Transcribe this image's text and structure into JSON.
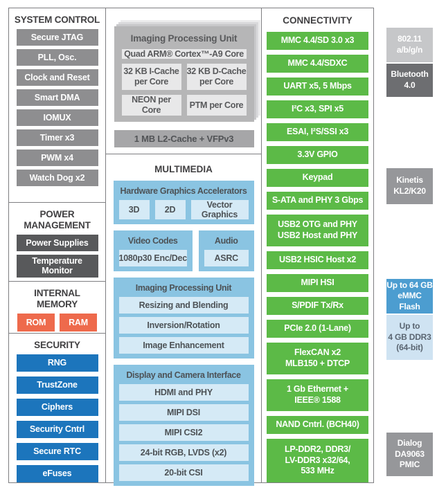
{
  "colors": {
    "green": "#5cba47",
    "security_blue": "#1c75bc",
    "orange": "#ee6a4c",
    "panel_blue": "#8ac4e2",
    "panel_row_blue": "#d5eaf6",
    "gray_button": "#8e8e90",
    "dark_gray_button": "#58595b",
    "emmc_blue": "#4c9dd0",
    "ddr3_light_blue": "#cfe3f2",
    "header_text": "#414042"
  },
  "left": {
    "sections": [
      {
        "title": "SYSTEM CONTROL",
        "items": [
          "Secure JTAG",
          "PLL, Osc.",
          "Clock and Reset",
          "Smart DMA",
          "IOMUX",
          "Timer x3",
          "PWM x4",
          "Watch Dog x2"
        ]
      },
      {
        "title": "POWER\nMANAGEMENT",
        "items": [
          "Power Supplies",
          "Temperature Monitor"
        ]
      },
      {
        "title": "INTERNAL\nMEMORY",
        "items": [
          "ROM",
          "RAM"
        ]
      },
      {
        "title": "SECURITY",
        "items": [
          "RNG",
          "TrustZone",
          "Ciphers",
          "Security Cntrl",
          "Secure RTC",
          "eFuses"
        ]
      }
    ]
  },
  "cpu": {
    "card_title": "Imaging Processing Unit",
    "core": "Quad ARM® Cortex™-A9 Core",
    "icache": "32 KB I-Cache\nper Core",
    "dcache": "32 KB D-Cache\nper Core",
    "neon": "NEON per Core",
    "ptm": "PTM per Core",
    "l2": "1 MB L2-Cache + VFPv3"
  },
  "multimedia": {
    "title": "MULTIMEDIA",
    "gpu": {
      "title": "Hardware Graphics Accelerators",
      "items": [
        "3D",
        "2D",
        "Vector Graphics"
      ]
    },
    "video": {
      "title": "Video Codes",
      "item": "1080p30 Enc/Dec"
    },
    "audio": {
      "title": "Audio",
      "item": "ASRC"
    },
    "ipu": {
      "title": "Imaging Processing Unit",
      "items": [
        "Resizing and Blending",
        "Inversion/Rotation",
        "Image Enhancement"
      ]
    },
    "display": {
      "title": "Display and Camera Interface",
      "items": [
        "HDMI and PHY",
        "MIPI DSI",
        "MIPI CSI2",
        "24-bit RGB, LVDS (x2)",
        "20-bit CSI"
      ]
    }
  },
  "connectivity": {
    "title": "CONNECTIVITY",
    "items": [
      "MMC 4.4/SD 3.0 x3",
      "MMC 4.4/SDXC",
      "UART x5, 5 Mbps",
      "I²C x3, SPI x5",
      "ESAI, I²S/SSI x3",
      "3.3V GPIO",
      "Keypad",
      "S-ATA and PHY 3 Gbps",
      "USB2 OTG and PHY\nUSB2 Host and PHY",
      "USB2 HSIC Host x2",
      "MIPI HSI",
      "S/PDIF Tx/Rx",
      "PCIe 2.0 (1-Lane)",
      "FlexCAN x2\nMLB150 + DTCP",
      "1 Gb Ethernet +\nIEEE® 1588",
      "NAND Cntrl. (BCH40)",
      "LP-DDR2, DDR3/\nLV-DDR3 x32/64,\n533 MHz"
    ]
  },
  "external": {
    "wifi": "802.11\na/b/g/n",
    "bluetooth": "Bluetooth\n4.0",
    "kinetis": "Kinetis\nKL2/K20",
    "emmc": "Up to 64 GB\neMMC Flash",
    "ddr3": "Up to\n4 GB DDR3\n(64-bit)",
    "pmic": "Dialog\nDA9063\nPMIC"
  }
}
